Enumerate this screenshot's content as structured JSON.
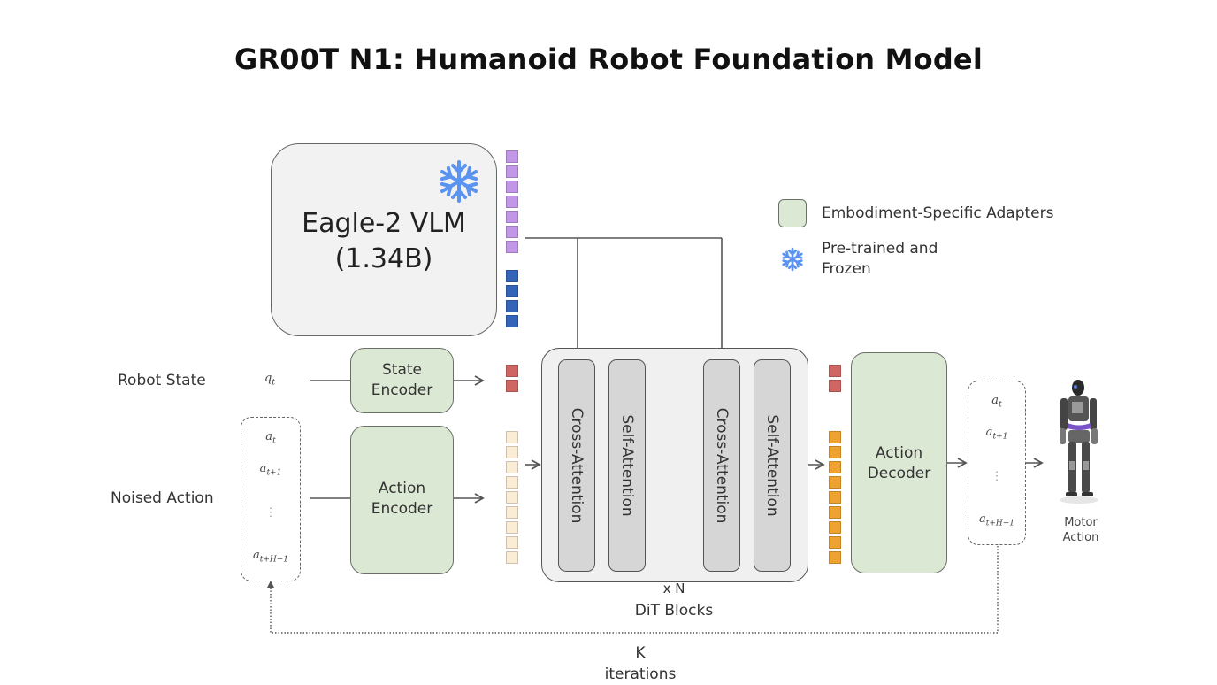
{
  "title": "GR00T N1: Humanoid Robot Foundation Model",
  "vlm": {
    "name": "Eagle-2 VLM",
    "params": "(1.34B)",
    "icon": "snowflake-icon"
  },
  "legend": {
    "adapters": "Embodiment-Specific Adapters",
    "frozen_line1": "Pre-trained and",
    "frozen_line2": "Frozen"
  },
  "inputs": {
    "robot_state": "Robot State",
    "state_symbol": "q",
    "state_sub": "t",
    "noised_action": "Noised Action"
  },
  "encoders": {
    "state_line1": "State",
    "state_line2": "Encoder",
    "action_line1": "Action",
    "action_line2": "Encoder"
  },
  "dit": {
    "blocks": [
      "Cross-Attention",
      "Self-Attention",
      "Cross-Attention",
      "Self-Attention"
    ],
    "repeat": "x N",
    "label": "DiT Blocks"
  },
  "decoder": {
    "line1": "Action",
    "line2": "Decoder"
  },
  "action_seq": {
    "items": [
      {
        "sym": "a",
        "sub": "t"
      },
      {
        "sym": "a",
        "sub": "t+1"
      },
      {
        "sym": "⋮",
        "sub": ""
      },
      {
        "sym": "a",
        "sub": "t+H−1"
      }
    ]
  },
  "output": {
    "line1": "Motor",
    "line2": "Action"
  },
  "loop": {
    "line1": "K",
    "line2": "iterations"
  },
  "tokens": {
    "vlm_text_count": 7,
    "vlm_text_color": "#c397e8",
    "vlm_image_count": 4,
    "vlm_image_color": "#3464b8",
    "state_count": 2,
    "state_color": "#cf6663",
    "action_in_count": 9,
    "action_in_color": "#fbecd6",
    "action_out_count": 9,
    "action_out_color": "#eea22f"
  },
  "colors": {
    "adapter_green": "#dbe8d4",
    "snowflake_blue": "#5b93f0"
  }
}
